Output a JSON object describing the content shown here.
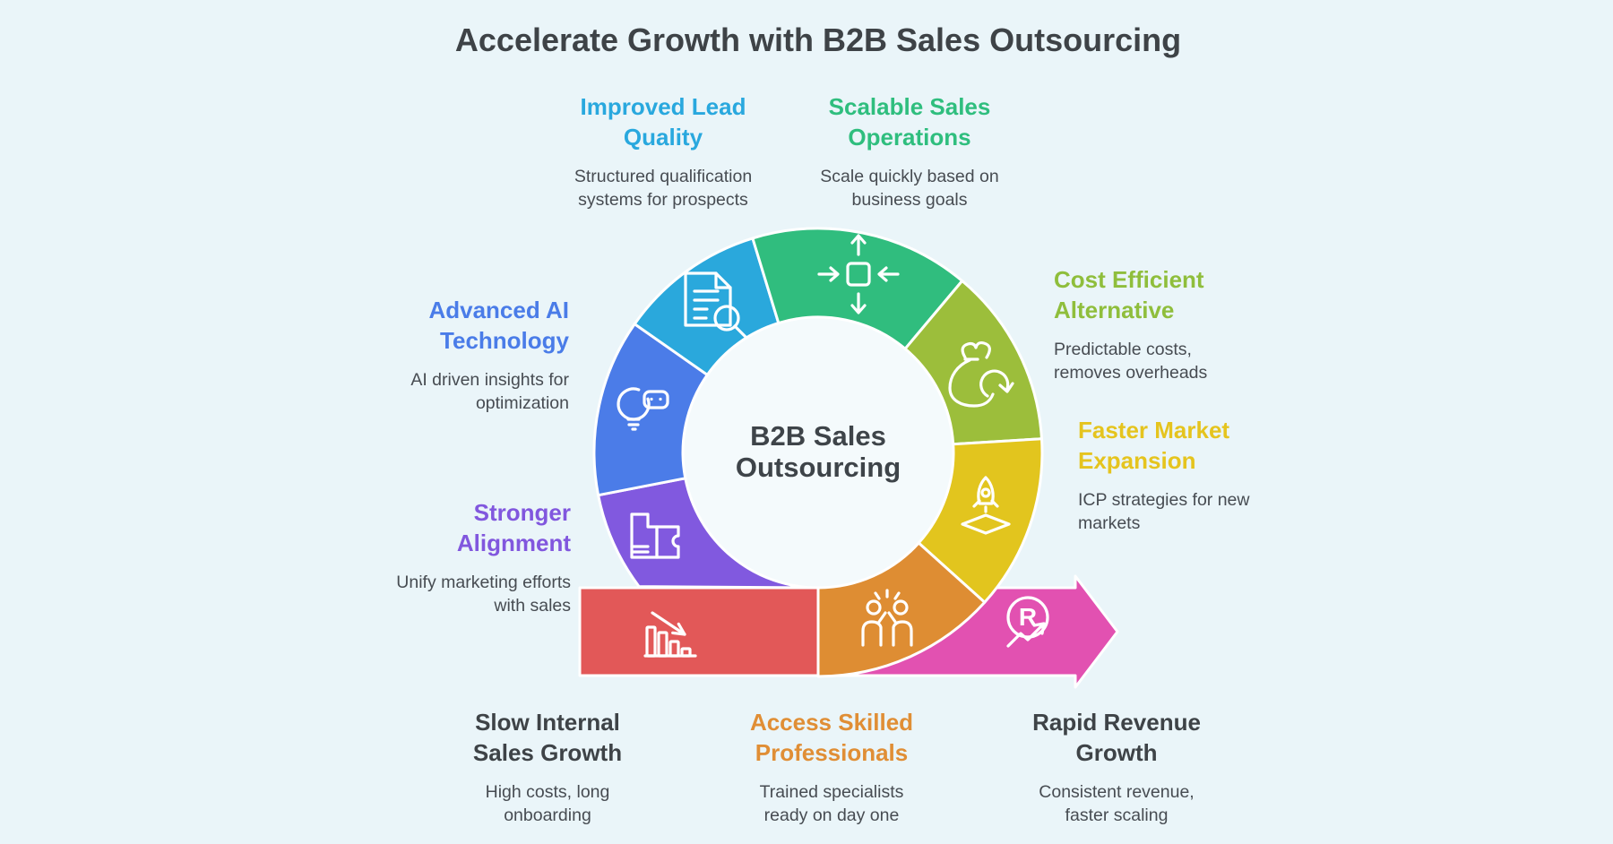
{
  "title": "Accelerate Growth with B2B Sales Outsourcing",
  "background_color": "#EAF5F9",
  "center": {
    "line1": "B2B Sales",
    "line2": "Outsourcing",
    "disk_color": "#F4FAFC",
    "text_color": "#3E4449"
  },
  "segments": {
    "improved_lead": {
      "color": "#2AA8DC",
      "icon": "document-search-icon"
    },
    "scalable_sales": {
      "color": "#30BD7E",
      "icon": "expand-arrows-icon"
    },
    "cost_efficient": {
      "color": "#9CBE3B",
      "icon": "money-bag-refresh-icon"
    },
    "faster_market": {
      "color": "#E2C51E",
      "icon": "rocket-launch-icon"
    },
    "access_skilled": {
      "color": "#DE8D33",
      "icon": "team-high-five-icon"
    },
    "rapid_revenue": {
      "color": "#E251B1",
      "icon": "revenue-growth-icon",
      "letter": "R"
    },
    "slow_internal": {
      "color": "#E25858",
      "icon": "declining-chart-icon"
    },
    "stronger_alignment": {
      "color": "#8159DF",
      "icon": "puzzle-piece-icon"
    },
    "advanced_ai": {
      "color": "#4B7CE8",
      "icon": "lightbulb-ai-icon"
    }
  },
  "labels": {
    "improved": {
      "h1": "Improved Lead",
      "h2": "Quality",
      "d1": "Structured qualification",
      "d2": "systems for prospects",
      "color": "#29A8DE"
    },
    "scalable": {
      "h1": "Scalable Sales",
      "h2": "Operations",
      "d1": "Scale quickly based on",
      "d2": "business goals",
      "color": "#2FBE7E"
    },
    "cost": {
      "h1": "Cost Efficient",
      "h2": "Alternative",
      "d1": "Predictable costs,",
      "d2": "removes overheads",
      "color": "#8FBE3C"
    },
    "faster": {
      "h1": "Faster Market",
      "h2": "Expansion",
      "d1": "ICP strategies for new",
      "d2": "markets",
      "color": "#E5C41E"
    },
    "rapid": {
      "h1": "Rapid Revenue",
      "h2": "Growth",
      "d1": "Consistent revenue,",
      "d2": "faster scaling",
      "color": "#3E4347"
    },
    "access": {
      "h1": "Access Skilled",
      "h2": "Professionals",
      "d1": "Trained specialists",
      "d2": "ready on day one",
      "color": "#E08E35"
    },
    "slow": {
      "h1": "Slow Internal",
      "h2": "Sales Growth",
      "d1": "High costs, long",
      "d2": "onboarding",
      "color": "#3E4347"
    },
    "stronger": {
      "h1": "Stronger",
      "h2": "Alignment",
      "d1": "Unify marketing efforts",
      "d2": "with sales",
      "color": "#8157DE"
    },
    "advanced": {
      "h1": "Advanced AI",
      "h2": "Technology",
      "d1": "AI driven insights for",
      "d2": "optimization",
      "color": "#4A7CE8"
    }
  }
}
